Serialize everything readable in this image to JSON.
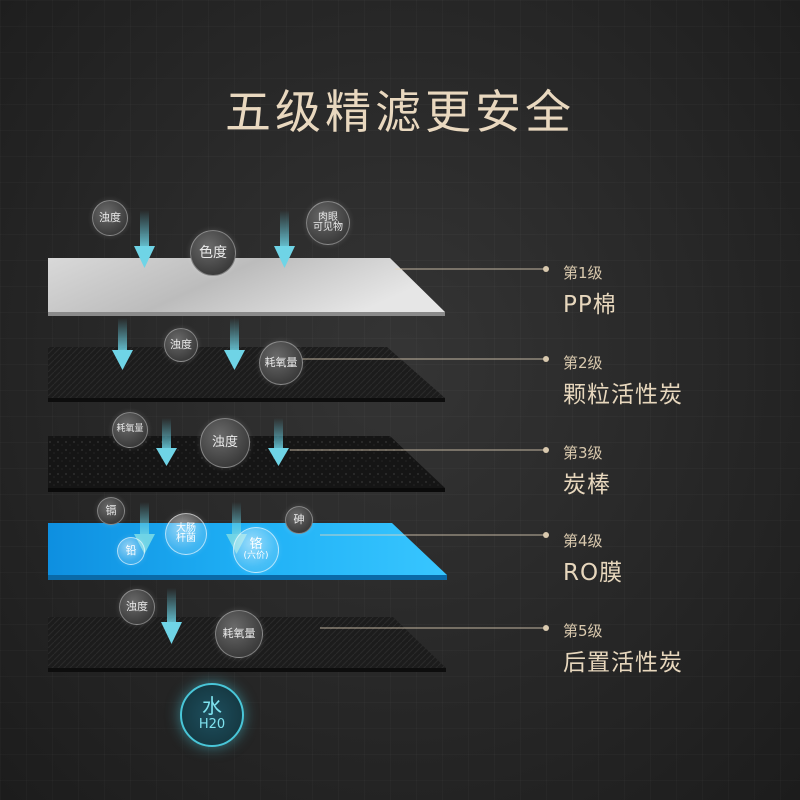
{
  "title": "五级精滤更安全",
  "layers": [
    {
      "num": "第1级",
      "name": "PP棉"
    },
    {
      "num": "第2级",
      "name": "颗粒活性炭"
    },
    {
      "num": "第3级",
      "name": "炭棒"
    },
    {
      "num": "第4级",
      "name": "RO膜"
    },
    {
      "num": "第5级",
      "name": "后置活性炭"
    }
  ],
  "impurities": {
    "l1": [
      "浊度",
      "色度",
      "肉眼",
      "可见物"
    ],
    "l2": [
      "浊度",
      "耗氧量"
    ],
    "l3": [
      "耗氧量",
      "浊度"
    ],
    "l4": [
      "镉",
      "大肠",
      "杆菌",
      "砷",
      "铅",
      "铬",
      "(六价)"
    ],
    "l5": [
      "浊度",
      "耗氧量"
    ]
  },
  "water": {
    "char": "水",
    "formula": "H20"
  },
  "colors": {
    "accent_text": "#e7d7bd",
    "ro_blue": "#1fa8ee",
    "water_ring": "#49c6d8"
  }
}
